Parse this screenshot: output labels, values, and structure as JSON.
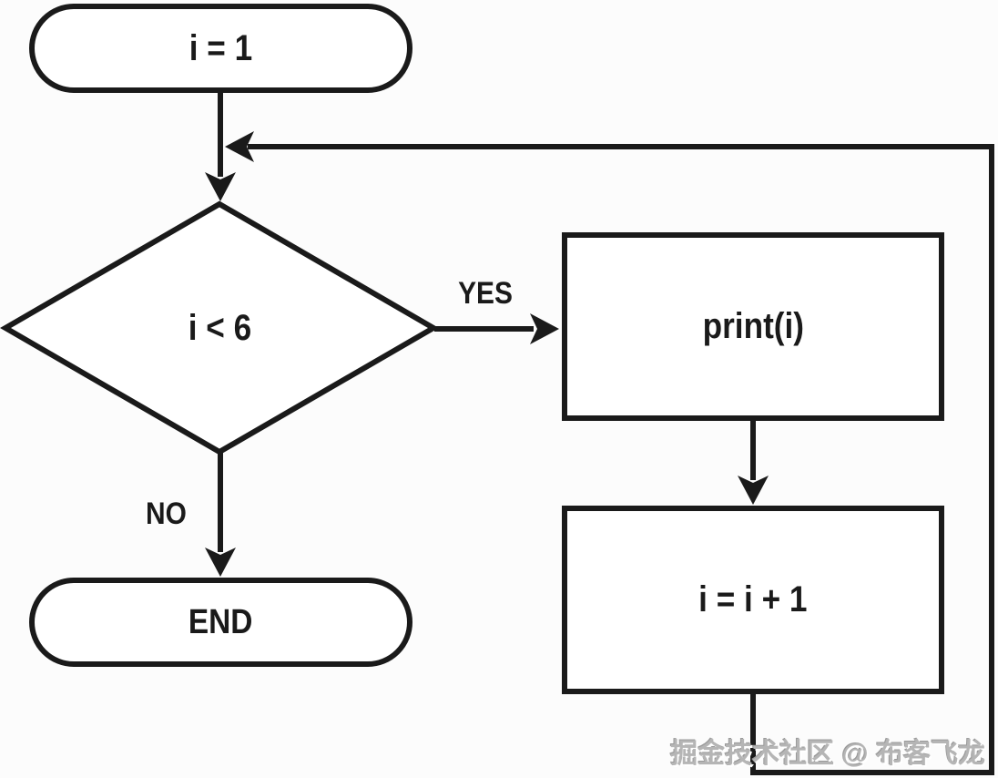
{
  "flowchart": {
    "type": "loop-flowchart",
    "nodes": {
      "start": {
        "type": "terminator",
        "label": "i = 1"
      },
      "condition": {
        "type": "decision",
        "label": "i < 6"
      },
      "print_step": {
        "type": "process",
        "label": "print(i)"
      },
      "increment": {
        "type": "process",
        "label": "i = i + 1"
      },
      "end": {
        "type": "terminator",
        "label": "END"
      }
    },
    "edges": [
      {
        "from": "start",
        "to": "condition",
        "label": ""
      },
      {
        "from": "condition",
        "to": "print_step",
        "label": "YES"
      },
      {
        "from": "print_step",
        "to": "increment",
        "label": ""
      },
      {
        "from": "increment",
        "to": "condition",
        "label": ""
      },
      {
        "from": "condition",
        "to": "end",
        "label": "NO"
      }
    ],
    "colors": {
      "line": "#1a1a1a",
      "background": "#fcfcfc",
      "watermark_text": "#b5b5b5"
    }
  },
  "watermark": {
    "text": "掘金技术社区 @ 布客飞龙"
  }
}
